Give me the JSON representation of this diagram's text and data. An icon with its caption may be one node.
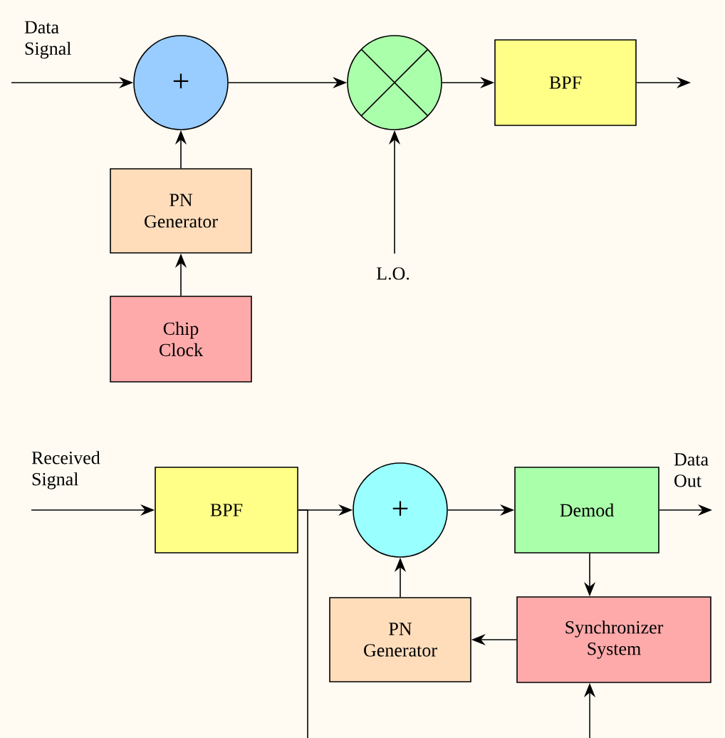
{
  "diagram": {
    "nodes": [
      {
        "text": [
          "Data Signal"
        ]
      },
      {
        "text": [
          "+"
        ]
      },
      {
        "text": [],
        "shape": "circle"
      },
      {
        "text": [
          "BPF"
        ]
      },
      {
        "text": [
          "PN Generator"
        ]
      },
      {
        "text": [
          "Chip Clock"
        ]
      },
      {
        "text": [
          "L.O."
        ]
      },
      {
        "text": [
          "Received Signal"
        ]
      },
      {
        "text": [
          "BPF"
        ]
      },
      {
        "text": [
          "+"
        ]
      },
      {
        "text": [
          "Demod"
        ]
      },
      {
        "text": [
          "Data Out"
        ]
      },
      {
        "text": [
          "Synchronizer System"
        ]
      },
      {
        "text": [
          "PN Generator"
        ]
      }
    ],
    "edges": [
      {
        "from": 0,
        "to": 1,
        "arrow": "to"
      },
      {
        "from": 4,
        "to": 1,
        "arrow": "to"
      },
      {
        "from": 5,
        "to": 4,
        "arrow": "to"
      },
      {
        "from": 1,
        "to": 2,
        "arrow": "to"
      },
      {
        "from": 6,
        "to": 2,
        "arrow": "to"
      },
      {
        "from": 2,
        "to": 3,
        "arrow": "to"
      },
      {
        "from": 3,
        "to": null,
        "arrow": "to"
      },
      {
        "from": 7,
        "to": 8,
        "arrow": "to"
      },
      {
        "from": 8,
        "to": 9,
        "arrow": "to"
      },
      {
        "from": 8,
        "to": null,
        "arrow": "none"
      },
      {
        "from": 9,
        "to": 10,
        "arrow": "to"
      },
      {
        "from": 10,
        "to": 11,
        "arrow": "to"
      },
      {
        "from": 10,
        "to": 12,
        "arrow": "to"
      },
      {
        "from": 12,
        "to": 13,
        "arrow": "to"
      },
      {
        "from": 13,
        "to": 9,
        "arrow": "to"
      },
      {
        "from": null,
        "to": 12,
        "arrow": "to"
      }
    ]
  }
}
